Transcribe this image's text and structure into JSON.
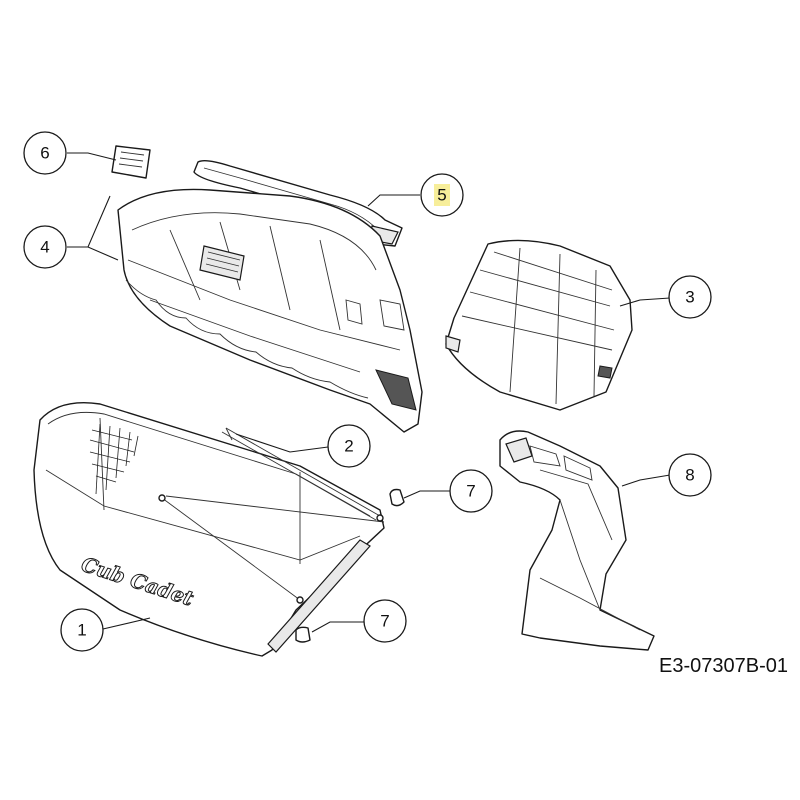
{
  "drawing_number": "E3-07307B-01",
  "highlight_color": "#f7ee9a",
  "callouts": [
    {
      "label": "1"
    },
    {
      "label": "2"
    },
    {
      "label": "3"
    },
    {
      "label": "4"
    },
    {
      "label": "5"
    },
    {
      "label": "6"
    },
    {
      "label": "7"
    },
    {
      "label": "7"
    },
    {
      "label": "8"
    }
  ],
  "logo_text": "Cub Cadet"
}
